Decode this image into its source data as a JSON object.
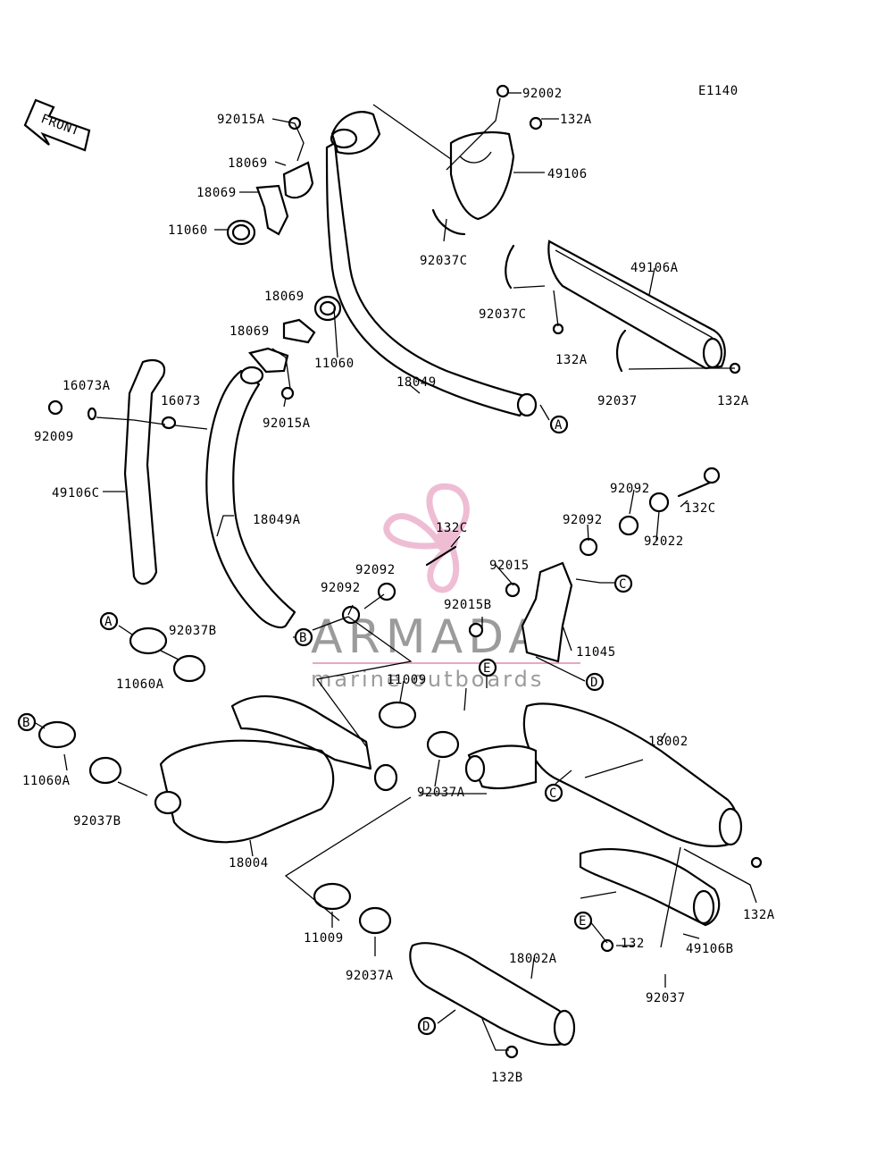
{
  "diagram_code": "E1140",
  "front_label": "FRONT",
  "watermark": {
    "brand": "ARMADA",
    "tagline": "marine outboards",
    "color": "#e9a7c6"
  },
  "labels": {
    "l92002": "92002",
    "l132A_top": "132A",
    "l49106": "49106",
    "l92037C_a": "92037C",
    "l92015A_top": "92015A",
    "l18069_a": "18069",
    "l18069_b": "18069",
    "l11060_a": "11060",
    "l49106A": "49106A",
    "l92037C_b": "92037C",
    "l132A_b": "132A",
    "l18049": "18049",
    "l18069_c": "18069",
    "l18069_d": "18069",
    "l11060_b": "11060",
    "l92015A_b": "92015A",
    "l92037": "92037",
    "l132A_c": "132A",
    "l16073A": "16073A",
    "l16073": "16073",
    "l92009": "92009",
    "l49106C": "49106C",
    "l18049A": "18049A",
    "l92092_a": "92092",
    "l132C_a": "132C",
    "l92092_b": "92092",
    "l92092_c": "92092",
    "l92092_d": "92092",
    "l92022": "92022",
    "l132C_b": "132C",
    "l92015": "92015",
    "l92015B": "92015B",
    "l11045": "11045",
    "l92037B_a": "92037B",
    "l11060A_a": "11060A",
    "l11009_a": "11009",
    "l18002": "18002",
    "l11060A_b": "11060A",
    "l92037B_b": "92037B",
    "l92037A_a": "92037A",
    "l18004": "18004",
    "l11009_b": "11009",
    "l92037A_b": "92037A",
    "l18002A": "18002A",
    "l132A_d": "132A",
    "l49106B": "49106B",
    "l132": "132",
    "l92037_b": "92037",
    "l132B": "132B"
  },
  "markers": {
    "mA1": "A",
    "mA2": "A",
    "mB1": "B",
    "mB2": "B",
    "mC1": "C",
    "mC2": "C",
    "mD1": "D",
    "mD2": "D",
    "mE1": "E",
    "mE2": "E"
  }
}
